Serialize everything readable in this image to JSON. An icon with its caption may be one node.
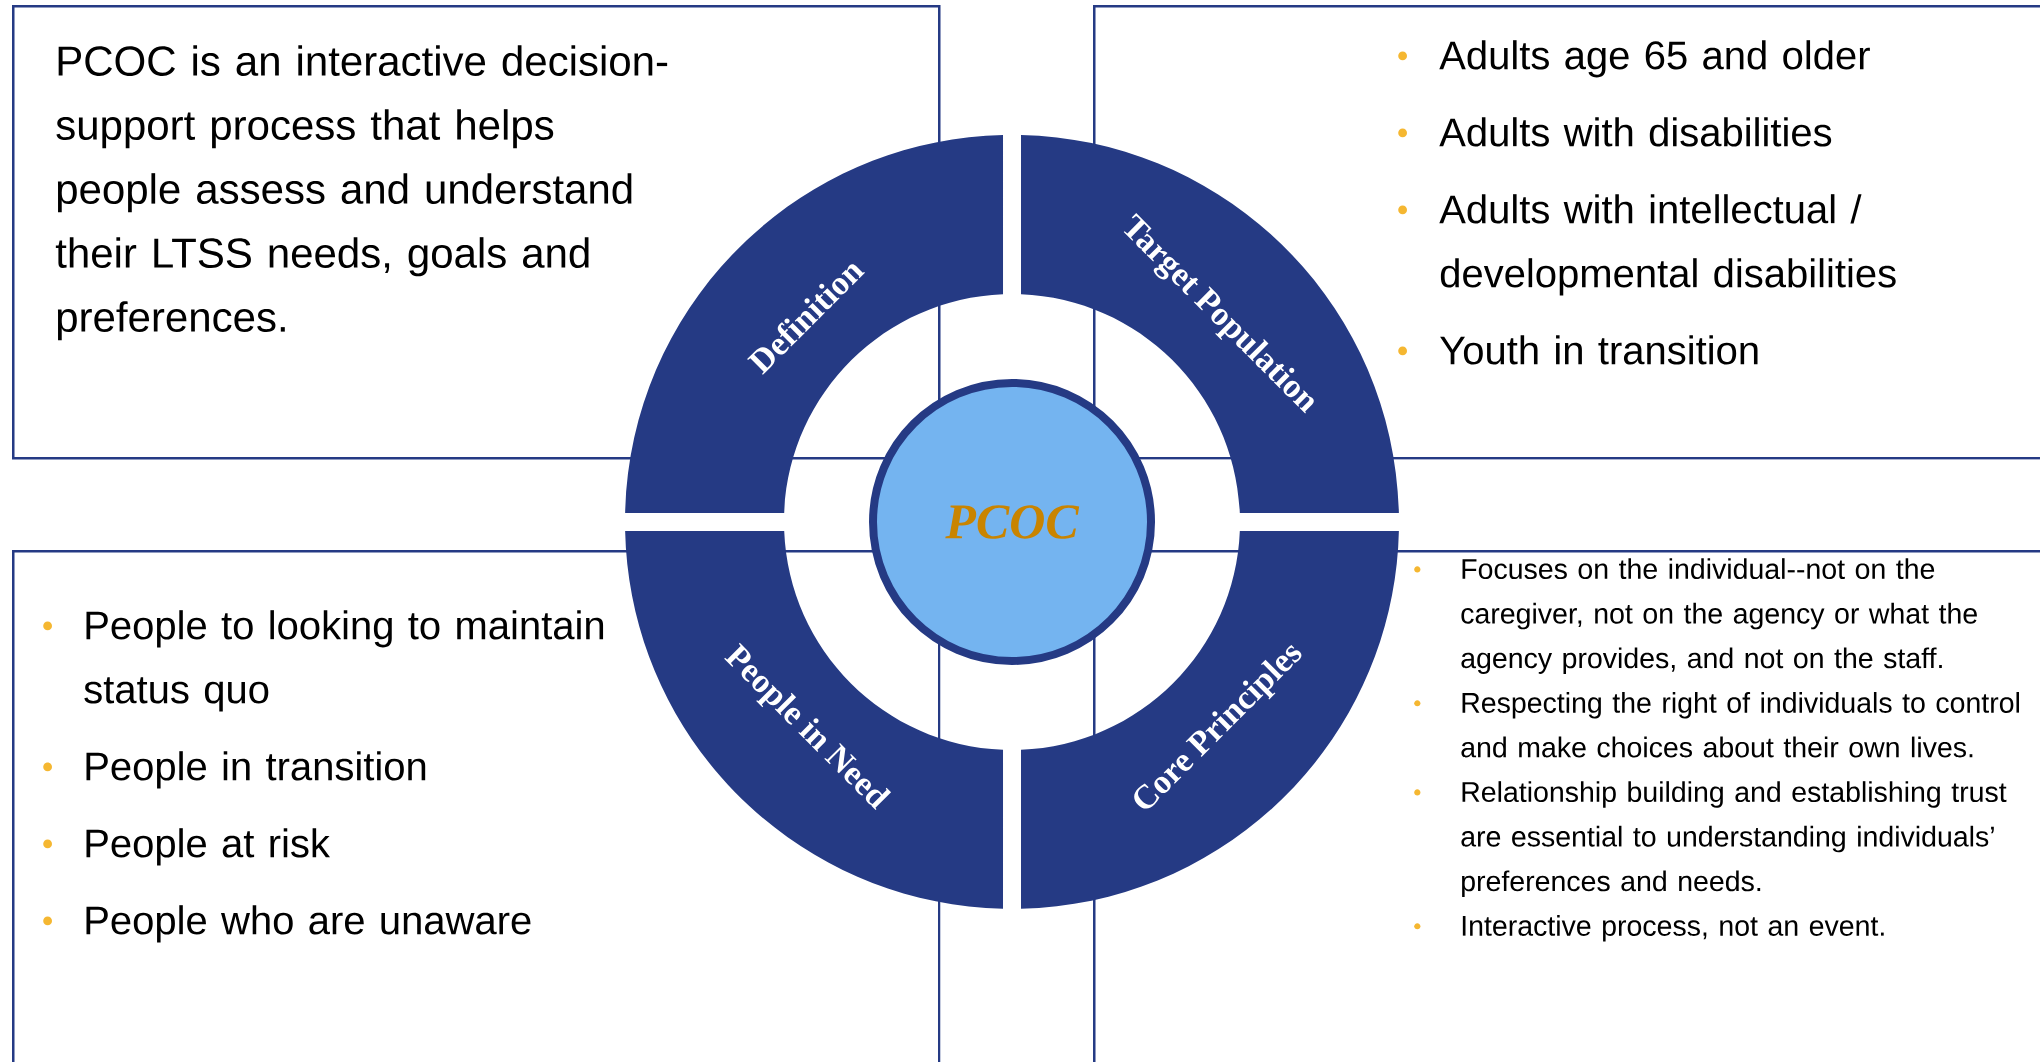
{
  "diagram": {
    "nodes": [
      {
        "text": [
          "PCOC is an interactive decision-support process that helps people assess and understand their LTSS needs, goals and preferences."
        ]
      },
      {
        "text": [
          "Adults age 65 and older",
          "Adults with disabilities",
          "Adults with intellectual / developmental disabilities",
          "Youth in transition"
        ]
      },
      {
        "text": [
          "People to looking to maintain status quo",
          "People in transition",
          "People at risk",
          "People who are unaware"
        ]
      },
      {
        "text": [
          "Focuses on the individual--not on the caregiver, not on the agency or what the agency provides, and not on the staff.",
          "Respecting the right of individuals to control and make choices about their own lives.",
          "Relationship building and establishing trust are essential to understanding individuals’ preferences and needs.",
          "Interactive process, not an event."
        ]
      },
      {
        "text": [
          "Definition"
        ]
      },
      {
        "text": [
          "Target Population"
        ]
      },
      {
        "text": [
          "People in Need"
        ]
      },
      {
        "text": [
          "Core Principles"
        ]
      },
      {
        "text": [
          "PCOC"
        ]
      }
    ]
  }
}
